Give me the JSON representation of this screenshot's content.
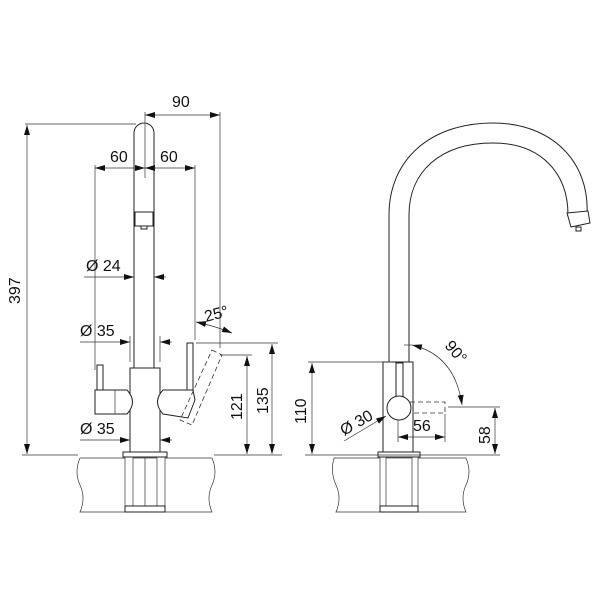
{
  "drawing": {
    "front_view": {
      "dim_spout_reach": "90",
      "dim_left_lever_offset": "60",
      "dim_right_lever_offset": "60",
      "dim_spout_diameter": "Ø 24",
      "dim_body_diameter": "Ø 35",
      "dim_base_diameter": "Ø 35",
      "dim_lever_angle": "25°",
      "dim_height_121": "121",
      "dim_height_135": "135",
      "dim_total_height": "397"
    },
    "side_view": {
      "dim_body_height": "110",
      "dim_knob_diameter": "Ø 30",
      "dim_handle_length": "56",
      "dim_handle_height": "58",
      "dim_rotation_angle": "90°"
    }
  }
}
